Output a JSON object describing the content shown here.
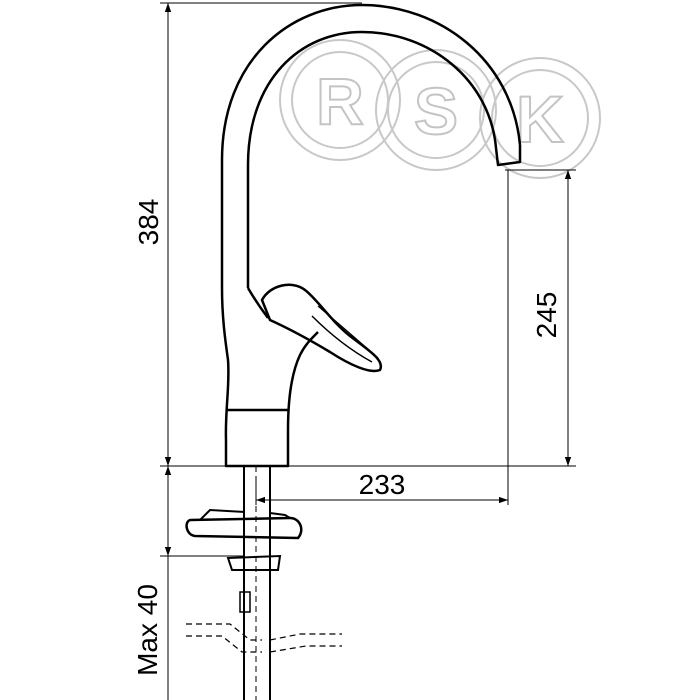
{
  "watermark": {
    "letters": [
      "R",
      "S",
      "K"
    ]
  },
  "dimensions": {
    "total_height": "384",
    "spout_clearance": "245",
    "spout_reach": "233",
    "counter_thickness": "Max 40"
  }
}
